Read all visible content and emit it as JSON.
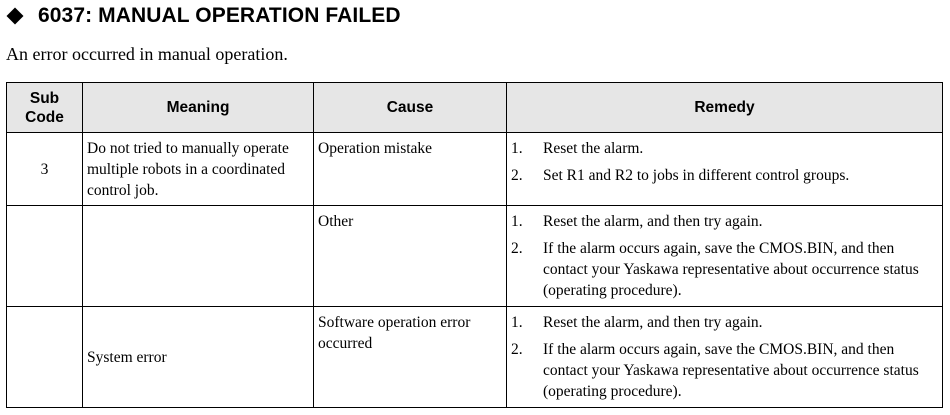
{
  "heading": {
    "icon": "diamond-bullet-icon",
    "title": "6037: MANUAL OPERATION FAILED"
  },
  "description": "An error occurred in manual operation.",
  "table": {
    "headers": {
      "sub_code": "Sub Code",
      "meaning": "Meaning",
      "cause": "Cause",
      "remedy": "Remedy"
    },
    "rows": [
      {
        "sub_code": "3",
        "meaning": "Do not tried to manually operate multiple robots in a coordinated control job.",
        "cause": "Operation mistake",
        "remedy": [
          {
            "num": "1.",
            "text": "Reset the alarm."
          },
          {
            "num": "2.",
            "text": "Set R1 and R2 to jobs in different control groups."
          }
        ]
      },
      {
        "sub_code": "",
        "meaning": "",
        "cause": "Other",
        "remedy": [
          {
            "num": "1.",
            "text": "Reset the alarm, and then try again."
          },
          {
            "num": "2.",
            "text": "If the alarm occurs again, save the CMOS.BIN, and then contact your Yaskawa representative about occurrence status (operating procedure)."
          }
        ]
      },
      {
        "sub_code": "",
        "meaning": "System error",
        "cause": "Software operation error occurred",
        "remedy": [
          {
            "num": "1.",
            "text": "Reset the alarm, and then try again."
          },
          {
            "num": "2.",
            "text": "If the alarm occurs again, save the CMOS.BIN, and then contact your Yaskawa representative about occurrence status (operating procedure)."
          }
        ]
      }
    ]
  }
}
